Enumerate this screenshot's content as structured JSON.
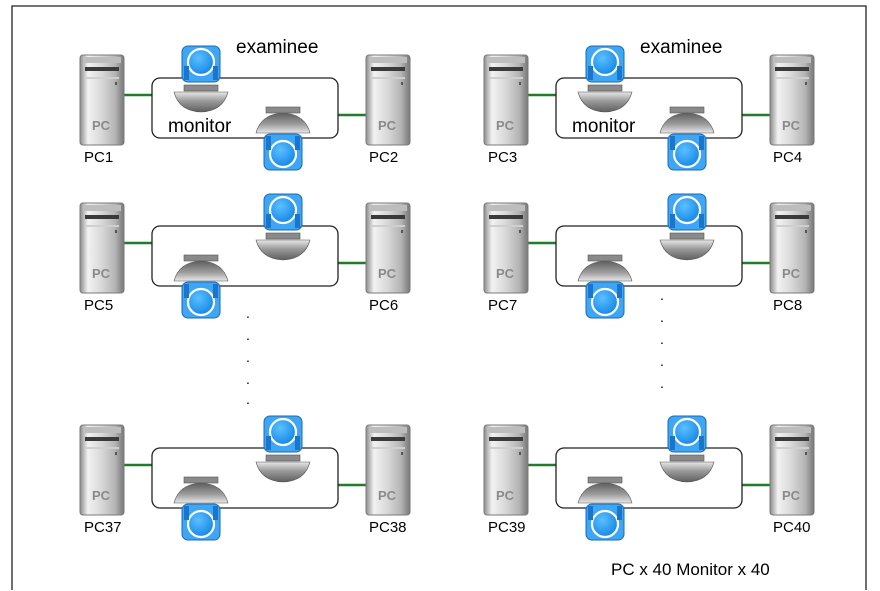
{
  "group_labels": {
    "examinee": "examinee",
    "monitor": "monitor"
  },
  "pc_box_text": "PC",
  "pairs": [
    {
      "left_pc": "PC1",
      "right_pc": "PC2"
    },
    {
      "left_pc": "PC3",
      "right_pc": "PC4"
    },
    {
      "left_pc": "PC5",
      "right_pc": "PC6"
    },
    {
      "left_pc": "PC7",
      "right_pc": "PC8"
    },
    {
      "left_pc": "PC37",
      "right_pc": "PC38"
    },
    {
      "left_pc": "PC39",
      "right_pc": "PC40"
    }
  ],
  "summary": "PC x 40  Monitor x 40",
  "ellipsis_dot": "."
}
